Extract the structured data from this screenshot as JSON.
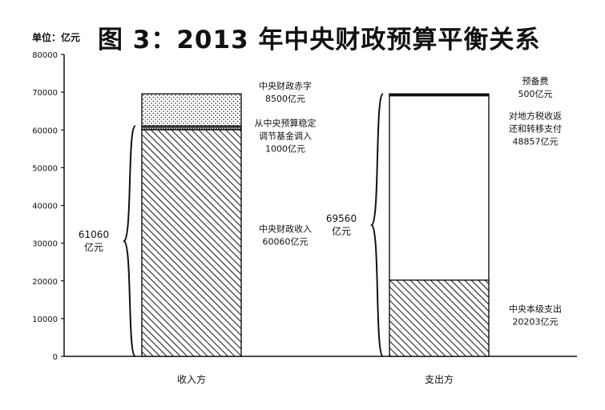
{
  "header": {
    "unit_label": "单位：亿元",
    "title": "图 3：2013 年中央财政预算平衡关系"
  },
  "chart_data": {
    "type": "bar",
    "subtype": "stacked",
    "title": "图 3：2013 年中央财政预算平衡关系",
    "unit": "单位：亿元",
    "categories": [
      "收入方",
      "支出方"
    ],
    "ylim": [
      0,
      80000
    ],
    "yticks": [
      0,
      10000,
      20000,
      30000,
      40000,
      50000,
      60000,
      70000,
      80000
    ],
    "grid": false,
    "stacks": [
      {
        "category": "收入方",
        "segments": [
          {
            "name": "中央财政收入",
            "value": 60060,
            "label_lines": [
              "中央财政收入",
              "60060亿元"
            ],
            "fill": "hatch"
          },
          {
            "name": "从中央预算稳定调节基金调入",
            "value": 1000,
            "label_lines": [
              "从中央预算稳定",
              "调节基金调入",
              "1000亿元"
            ],
            "fill": "dense"
          },
          {
            "name": "中央财政赤字",
            "value": 8500,
            "label_lines": [
              "中央财政赤字",
              "8500亿元"
            ],
            "fill": "dots"
          }
        ],
        "brace": {
          "from": 0,
          "to": 61060,
          "label_lines": [
            "61060",
            "亿元"
          ]
        }
      },
      {
        "category": "支出方",
        "segments": [
          {
            "name": "中央本级支出",
            "value": 20203,
            "label_lines": [
              "中央本级支出",
              "20203亿元"
            ],
            "fill": "hatch"
          },
          {
            "name": "对地方税收返还和转移支付",
            "value": 48857,
            "label_lines": [
              "对地方税收返",
              "还和转移支付",
              "48857亿元"
            ],
            "fill": "none"
          },
          {
            "name": "预备费",
            "value": 500,
            "label_lines": [
              "预备费",
              "500亿元"
            ],
            "fill": "solid"
          }
        ],
        "brace": {
          "from": 0,
          "to": 69560,
          "label_lines": [
            "69560",
            "亿元"
          ]
        }
      }
    ]
  }
}
